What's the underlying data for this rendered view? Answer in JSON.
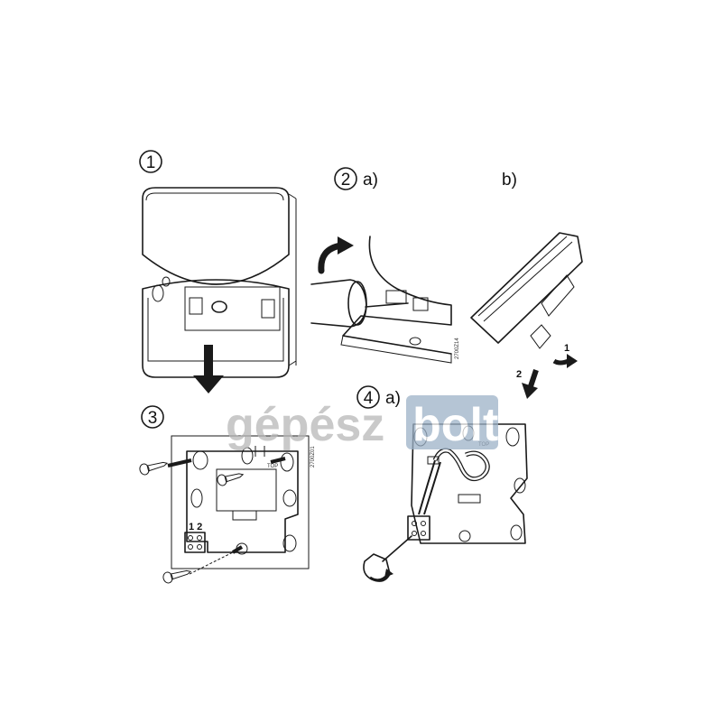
{
  "steps": [
    {
      "number": "1"
    },
    {
      "number": "2",
      "suffix": "a)"
    },
    {
      "suffix": "b)"
    },
    {
      "number": "3"
    },
    {
      "number": "4",
      "suffix": "a)"
    }
  ],
  "step2b_arrows": [
    "1",
    "2"
  ],
  "plate_labels": {
    "top": "TOP",
    "terminals": "1 2"
  },
  "codes": [
    "2700Z14",
    "2700Z01"
  ],
  "watermark": {
    "left": "gépész",
    "right": "bolt",
    "left_color": "#b8b8b8",
    "right_color": "#9db2c8"
  },
  "colors": {
    "line": "#1a1a1a",
    "plate_fill": "#d9d9d9",
    "device_fill": "#ececec"
  }
}
